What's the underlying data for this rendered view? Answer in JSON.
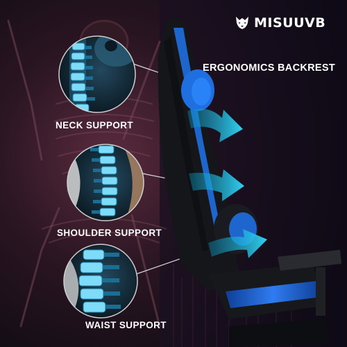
{
  "brand": {
    "name": "MISUUVB",
    "logo_icon": "wolf-head-logo-icon"
  },
  "heading": "ERGONOMICS BACKREST",
  "callouts": [
    {
      "label": "NECK SUPPORT",
      "icon": "neck-spine-icon"
    },
    {
      "label": "SHOULDER SUPPORT",
      "icon": "thoracic-spine-icon"
    },
    {
      "label": "WAIST SUPPORT",
      "icon": "lumbar-spine-icon"
    }
  ],
  "arrow_icon": "cyan-support-arrow-icon",
  "colors": {
    "accent": "#25c4e8",
    "chair_blue": "#1f6fe0",
    "chair_black": "#15161a",
    "lens_bg": "#0e2230",
    "text": "#ffffff"
  }
}
